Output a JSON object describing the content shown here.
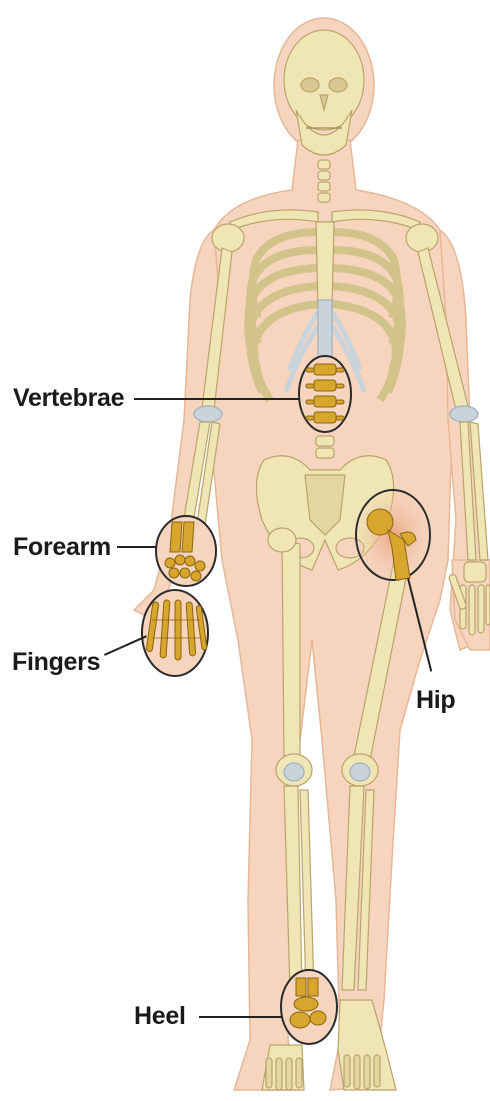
{
  "labels": {
    "vertebrae": "Vertebrae",
    "forearm": "Forearm",
    "fingers": "Fingers",
    "hip": "Hip",
    "heel": "Heel"
  },
  "colors": {
    "skin": "#f4cfb6",
    "skin_edge": "#e8b99a",
    "bone": "#efe5b5",
    "bone_edge": "#c9b67a",
    "highlight_bone": "#d8a62c",
    "highlight_edge": "#8a6512",
    "cartilage": "#c8d3dc",
    "leader": "#222222"
  }
}
